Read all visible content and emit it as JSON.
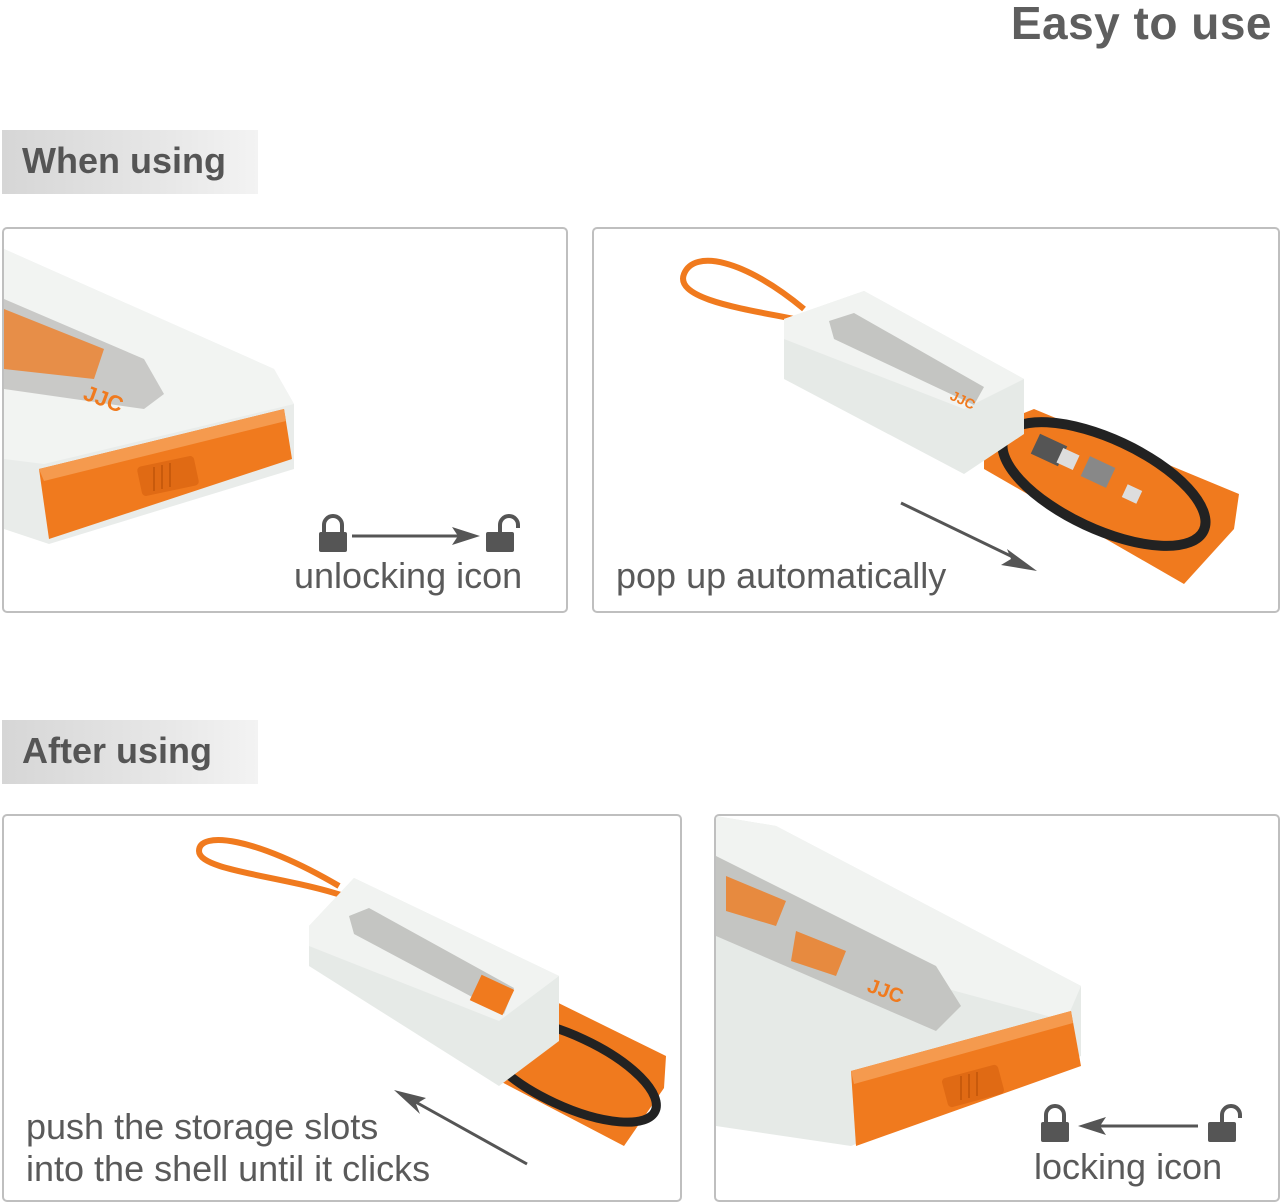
{
  "page": {
    "title": "Easy to use"
  },
  "sections": [
    {
      "label": "When using",
      "panels": [
        {
          "caption": "unlocking icon",
          "icons": [
            "lock-closed-icon",
            "arrow-right-icon",
            "lock-open-icon"
          ]
        },
        {
          "caption": "pop up automatically",
          "icons": [
            "arrow-down-right-icon"
          ]
        }
      ]
    },
    {
      "label": "After using",
      "panels": [
        {
          "caption_lines": [
            "push the storage slots",
            "into the shell until it clicks"
          ],
          "icons": [
            "arrow-up-left-icon"
          ]
        },
        {
          "caption": "locking icon",
          "icons": [
            "lock-closed-icon",
            "arrow-left-icon",
            "lock-open-icon"
          ]
        }
      ]
    }
  ],
  "brand": {
    "logo_text": "JJC"
  },
  "colors": {
    "accent": "#f07a1e",
    "shell": "#e8ece9",
    "text": "#5a5a5a",
    "border": "#bfbfbf"
  }
}
